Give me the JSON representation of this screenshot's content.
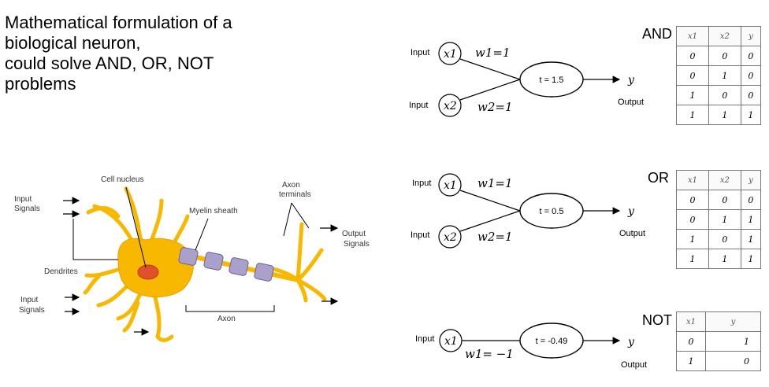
{
  "title_lines": [
    "Mathematical formulation of a",
    "biological neuron,",
    "could solve AND, OR, NOT",
    "problems"
  ],
  "neuron": {
    "cell_nucleus": "Cell nucleus",
    "axon_terminals_1": "Axon",
    "axon_terminals_2": "terminals",
    "myelin": "Myelin sheath",
    "input_signals_1": "Input",
    "input_signals_2": "Signals",
    "output_signals_1": "Output",
    "output_signals_2": "Signals",
    "dendrites": "Dendrites",
    "axon": "Axon"
  },
  "units": {
    "and": {
      "input": "Input",
      "x1": "x1",
      "x2": "x2",
      "w1": "w1=1",
      "w2": "w2=1",
      "threshold": "t = 1.5",
      "y": "y",
      "output": "Output"
    },
    "or": {
      "input": "Input",
      "x1": "x1",
      "x2": "x2",
      "w1": "w1=1",
      "w2": "w2=1",
      "threshold": "t = 0.5",
      "y": "y",
      "output": "Output"
    },
    "not": {
      "input": "Input",
      "x1": "x1",
      "w1": "w1= −1",
      "threshold": "t = -0.49",
      "y": "y",
      "output": "Output"
    }
  },
  "tables": {
    "and": {
      "label": "AND",
      "headers": [
        "x1",
        "x2",
        "y"
      ],
      "rows": [
        [
          "0",
          "0",
          "0"
        ],
        [
          "0",
          "1",
          "0"
        ],
        [
          "1",
          "0",
          "0"
        ],
        [
          "1",
          "1",
          "1"
        ]
      ]
    },
    "or": {
      "label": "OR",
      "headers": [
        "x1",
        "x2",
        "y"
      ],
      "rows": [
        [
          "0",
          "0",
          "0"
        ],
        [
          "0",
          "1",
          "1"
        ],
        [
          "1",
          "0",
          "1"
        ],
        [
          "1",
          "1",
          "1"
        ]
      ]
    },
    "not": {
      "label": "NOT",
      "headers": [
        "x1",
        "y"
      ],
      "rows": [
        [
          "0",
          "1"
        ],
        [
          "1",
          "0"
        ]
      ]
    }
  },
  "colors": {
    "cell": "#f9b800",
    "cell_outline": "#e8a200",
    "nucleus": "#e0502a",
    "myelin": "#a9a0cc"
  }
}
